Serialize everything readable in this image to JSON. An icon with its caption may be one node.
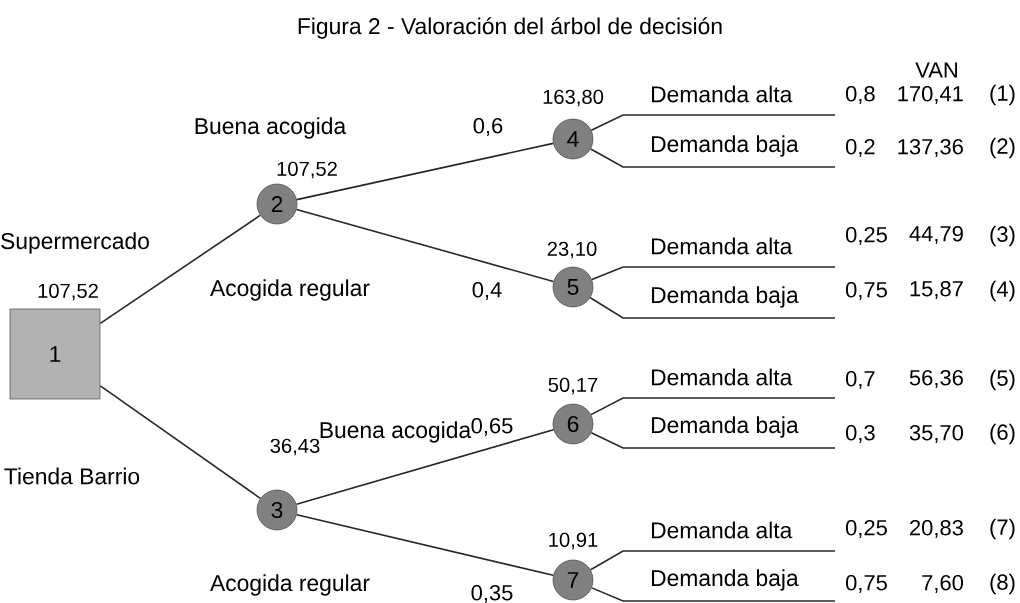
{
  "diagram": {
    "title": "Figura 2 - Valoración del árbol de decisión",
    "nodes": [
      {
        "text": [
          "1"
        ],
        "beside": [
          "107,52"
        ]
      },
      {
        "text": [
          "2"
        ],
        "beside": [
          "107,52"
        ]
      },
      {
        "text": [
          "3"
        ],
        "beside": [
          "36,43"
        ]
      },
      {
        "text": [
          "4"
        ],
        "beside": [
          "163,80"
        ]
      },
      {
        "text": [
          "5"
        ],
        "beside": [
          "23,10"
        ]
      },
      {
        "text": [
          "6"
        ],
        "beside": [
          "50,17"
        ]
      },
      {
        "text": [
          "7"
        ],
        "beside": [
          "10,91"
        ]
      }
    ],
    "edges": [
      {
        "from": 0,
        "to": 1,
        "arrow": "none",
        "label": "Supermercado"
      },
      {
        "from": 0,
        "to": 2,
        "arrow": "none",
        "label": "Tienda Barrio"
      },
      {
        "from": 1,
        "to": 3,
        "arrow": "none",
        "label": "Buena acogida"
      },
      {
        "from": 1,
        "to": 4,
        "arrow": "none",
        "label": "Acogida regular"
      },
      {
        "from": 2,
        "to": 5,
        "arrow": "none",
        "label": "Buena acogida"
      },
      {
        "from": 2,
        "to": 6,
        "arrow": "none",
        "label": "Acogida regular"
      },
      {
        "from": 3,
        "to": null,
        "arrow": "none",
        "label": "Demanda alta"
      },
      {
        "from": 3,
        "to": null,
        "arrow": "none",
        "label": "Demanda baja"
      },
      {
        "from": 4,
        "to": null,
        "arrow": "none",
        "label": "Demanda alta"
      },
      {
        "from": 4,
        "to": null,
        "arrow": "none",
        "label": "Demanda baja"
      },
      {
        "from": 5,
        "to": null,
        "arrow": "none",
        "label": "Demanda alta"
      },
      {
        "from": 5,
        "to": null,
        "arrow": "none",
        "label": "Demanda baja"
      },
      {
        "from": 6,
        "to": null,
        "arrow": "none",
        "label": "Demanda alta"
      },
      {
        "from": 6,
        "to": null,
        "arrow": "none",
        "label": "Demanda baja"
      }
    ],
    "labels": [
      "VAN",
      "0,8",
      "170,41",
      "(1)",
      "0,6",
      "0,2",
      "137,36",
      "(2)",
      "0,25",
      "44,79",
      "(3)",
      "0,4",
      "0,75",
      "15,87",
      "(4)",
      "0,7",
      "56,36",
      "(5)",
      "0,65",
      "0,3",
      "35,70",
      "(6)",
      "0,25",
      "20,83",
      "(7)",
      "0,75",
      "7,60",
      "(8)",
      "0,35"
    ]
  }
}
